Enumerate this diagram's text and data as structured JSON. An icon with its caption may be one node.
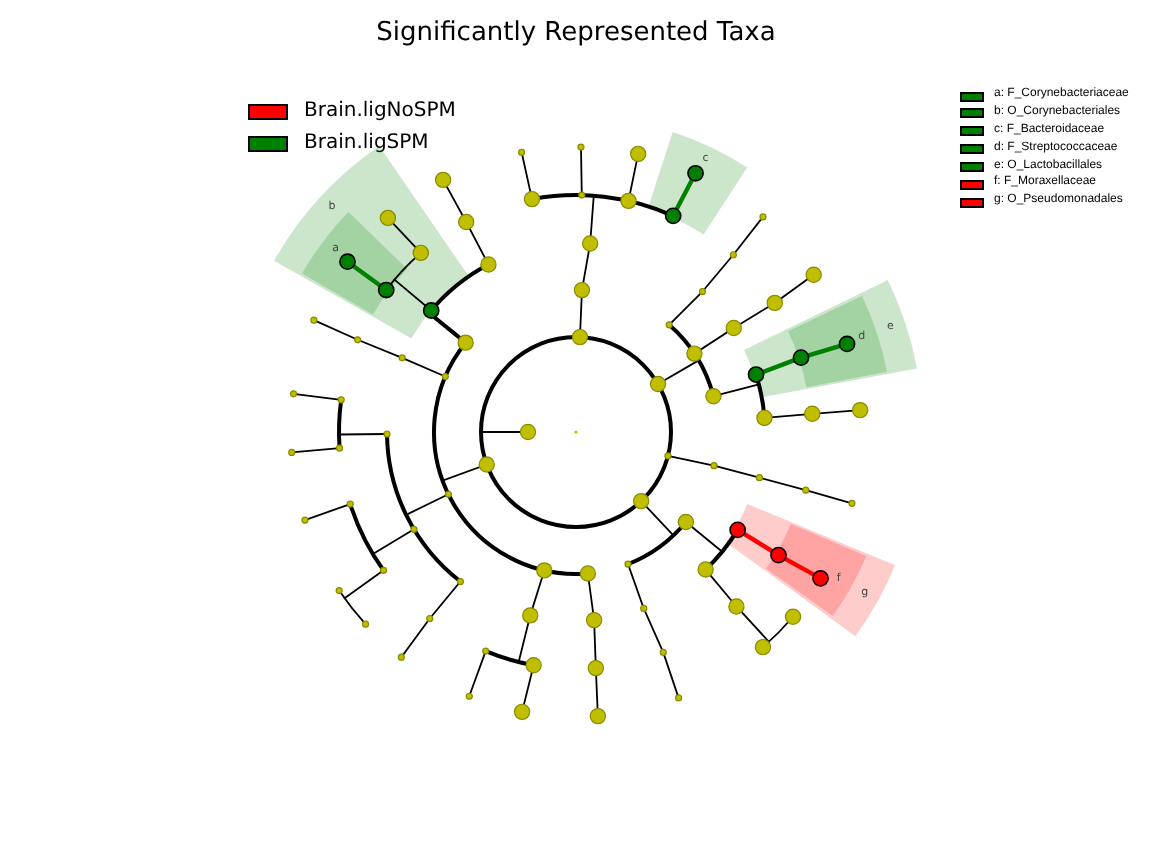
{
  "diagram": {
    "title": "Significantly Represented Taxa",
    "nodes": [
      {
        "text": [
          "b"
        ]
      },
      {
        "text": [
          "a"
        ],
        "in": 0
      },
      {
        "text": [
          "c"
        ]
      },
      {
        "text": [
          "e"
        ]
      },
      {
        "text": [
          "d"
        ],
        "in": 3
      },
      {
        "text": [
          "g"
        ]
      },
      {
        "text": [
          "f"
        ],
        "in": 5
      }
    ],
    "legend": [
      {
        "text": "Brain.ligNoSPM",
        "color": "#ff0000"
      },
      {
        "text": "Brain.ligSPM",
        "color": "#008000"
      },
      {
        "text": "a: F_Corynebacteriaceae",
        "color": "#008000"
      },
      {
        "text": "b: O_Corynebacteriales",
        "color": "#008000"
      },
      {
        "text": "c: F_Bacteroidaceae",
        "color": "#008000"
      },
      {
        "text": "d: F_Streptococcaceae",
        "color": "#008000"
      },
      {
        "text": "e: O_Lactobacillales",
        "color": "#008000"
      },
      {
        "text": "f: F_Moraxellaceae",
        "color": "#ff0000"
      },
      {
        "text": "g: O_Pseudomonadales",
        "color": "#ff0000"
      }
    ]
  }
}
